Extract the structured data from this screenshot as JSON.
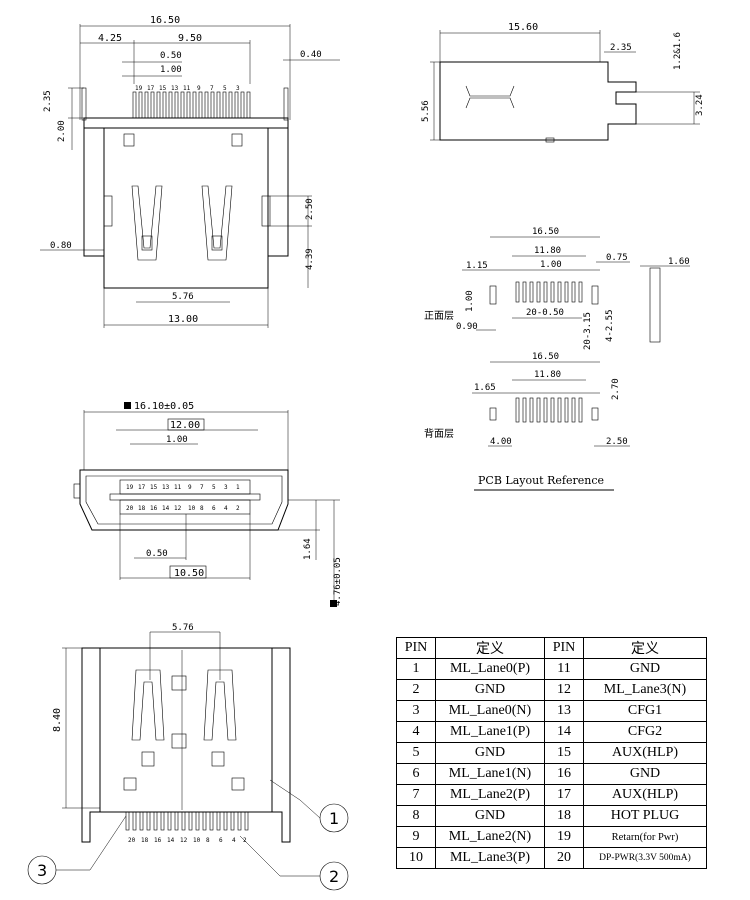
{
  "front_view": {
    "dims": {
      "width_total": "16.50",
      "span_a": "9.50",
      "left_offset": "4.25",
      "pitch_half": "0.50",
      "pitch": "1.00",
      "pin_width": "0.40",
      "pin_len": "2.35",
      "body_top": "2.00",
      "notch_w": "0.80",
      "notch_h": "2.50",
      "notch_b": "4.39",
      "inner_w": "5.76",
      "base_w": "13.00"
    },
    "top_pin_numbers": [
      "19",
      "17",
      "15",
      "13",
      "11",
      "9",
      "7",
      "5",
      "3"
    ]
  },
  "side_view": {
    "dims": {
      "length": "15.60",
      "tab": "2.35",
      "tab_h": "1.2&1.6",
      "height": "5.56",
      "offset": "3.24"
    }
  },
  "pcb_layout": {
    "top_label": "正面层",
    "bottom_label": "背面层",
    "caption": "PCB Layout Reference",
    "top_dims": {
      "w": "16.50",
      "inner": "11.80",
      "left": "1.15",
      "pitch": "1.00",
      "pad_w": "0.75",
      "pad_side": "1.60",
      "pad_h": "1.00",
      "pad_off": "0.90",
      "span": "20-0.50",
      "vert_a": "20-3.15",
      "vert_b": "4-2.55"
    },
    "bottom_dims": {
      "w": "16.50",
      "inner": "11.80",
      "left": "1.65",
      "h": "2.70",
      "left_b": "4.00",
      "right_b": "2.50"
    }
  },
  "plug_face": {
    "dims": {
      "outer": "16.10±0.05",
      "span": "12.00",
      "pitch": "1.00",
      "half": "0.50",
      "inner": "10.50",
      "h1": "1.64",
      "h2": "4.76±0.05"
    },
    "top_row": [
      "19",
      "17",
      "15",
      "13",
      "11",
      "9",
      "7",
      "5",
      "3",
      "1"
    ],
    "bottom_row": [
      "20",
      "18",
      "16",
      "14",
      "12",
      "10",
      "8",
      "6",
      "4",
      "2"
    ]
  },
  "bottom_view": {
    "dims": {
      "span": "5.76",
      "height": "8.40"
    },
    "pin_numbers": [
      "20",
      "18",
      "16",
      "14",
      "12",
      "10",
      "8",
      "6",
      "4",
      "2"
    ],
    "callouts": [
      "1",
      "2",
      "3"
    ]
  },
  "pin_table": {
    "headers": [
      "PIN",
      "定义",
      "PIN",
      "定义"
    ],
    "rows": [
      {
        "pin1": "1",
        "def1": "ML_Lane0(P)",
        "pin2": "11",
        "def2": "GND"
      },
      {
        "pin1": "2",
        "def1": "GND",
        "pin2": "12",
        "def2": "ML_Lane3(N)"
      },
      {
        "pin1": "3",
        "def1": "ML_Lane0(N)",
        "pin2": "13",
        "def2": "CFG1"
      },
      {
        "pin1": "4",
        "def1": "ML_Lane1(P)",
        "pin2": "14",
        "def2": "CFG2"
      },
      {
        "pin1": "5",
        "def1": "GND",
        "pin2": "15",
        "def2": "AUX(HLP)"
      },
      {
        "pin1": "6",
        "def1": "ML_Lane1(N)",
        "pin2": "16",
        "def2": "GND"
      },
      {
        "pin1": "7",
        "def1": "ML_Lane2(P)",
        "pin2": "17",
        "def2": "AUX(HLP)"
      },
      {
        "pin1": "8",
        "def1": "GND",
        "pin2": "18",
        "def2": "HOT PLUG"
      },
      {
        "pin1": "9",
        "def1": "ML_Lane2(N)",
        "pin2": "19",
        "def2": "Retarn(for Pwr)"
      },
      {
        "pin1": "10",
        "def1": "ML_Lane3(P)",
        "pin2": "20",
        "def2": "DP-PWR(3.3V 500mA)"
      }
    ]
  }
}
